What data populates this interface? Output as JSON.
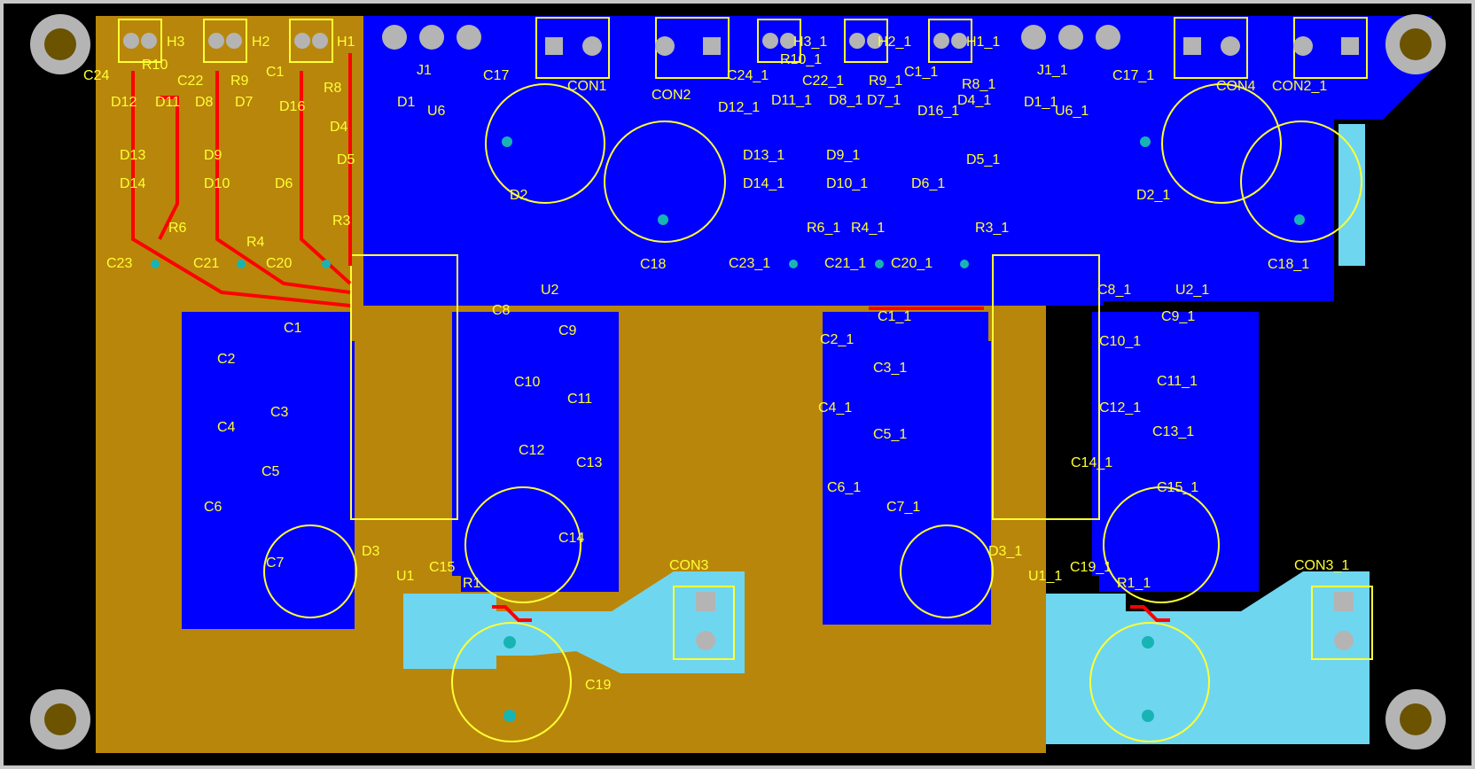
{
  "view": {
    "zoom_note": ""
  },
  "colors": {
    "frame": "#c8c8c8",
    "board_black": "#000000",
    "copper_gold": "#b8860b",
    "top_blue": "#0000ff",
    "bottom_cyan": "#6fd6f0",
    "trace_red": "#ff0000",
    "silk_yellow": "#ffff33",
    "pad_grey": "#b4b4b4",
    "via_teal": "#18b4b4",
    "mount_hole": "#6b5300"
  },
  "labels": {
    "header_left": [
      "H3",
      "H2",
      "H1",
      "C24",
      "R10",
      "C22",
      "R9",
      "C1",
      "R8",
      "J1",
      "C17",
      "CON1",
      "CON2"
    ],
    "diodes_left": [
      "D12",
      "D11",
      "D8",
      "D7",
      "D16",
      "D4",
      "D13",
      "D9",
      "D5",
      "D14",
      "D10",
      "D6",
      "D1",
      "U6",
      "D2",
      "U2",
      "C18"
    ],
    "lower_left": [
      "C23",
      "R6",
      "C21",
      "R4",
      "C20",
      "R3"
    ],
    "caps_left": [
      "C1",
      "C2",
      "C3",
      "C4",
      "C5",
      "C6",
      "C7",
      "C8",
      "C9",
      "C10",
      "C11",
      "C12",
      "C13",
      "C14",
      "C15",
      "C19"
    ],
    "power_left": [
      "D3",
      "U1",
      "R1",
      "CON3"
    ],
    "header_right": [
      "H3_1",
      "R10_1",
      "H2_1",
      "C24_1",
      "C22_1",
      "R9_1",
      "C1_1",
      "H1_1",
      "R8_1",
      "J1_1",
      "C17_1",
      "CON4",
      "CON2_1"
    ],
    "diodes_right": [
      "D12_1",
      "D11_1",
      "D8_1",
      "D7_1",
      "D16_1",
      "D4_1",
      "D13_1",
      "D9_1",
      "D5_1",
      "D14_1",
      "D10_1",
      "D6_1",
      "D1_1",
      "U6_1",
      "D2_1",
      "U2_1",
      "C18_1"
    ],
    "lower_right": [
      "C23_1",
      "R6_1",
      "C21_1",
      "R4_1",
      "C20_1",
      "R3_1",
      "C8_1"
    ],
    "caps_right": [
      "C1_1",
      "C2_1",
      "C3_1",
      "C4_1",
      "C5_1",
      "C6_1",
      "C7_1",
      "C9_1",
      "C10_1",
      "C11_1",
      "C12_1",
      "C13_1",
      "C14_1",
      "C15_1",
      "C19_1"
    ],
    "power_right": [
      "D3_1",
      "U1_1",
      "R1_1",
      "CON3_1"
    ]
  }
}
